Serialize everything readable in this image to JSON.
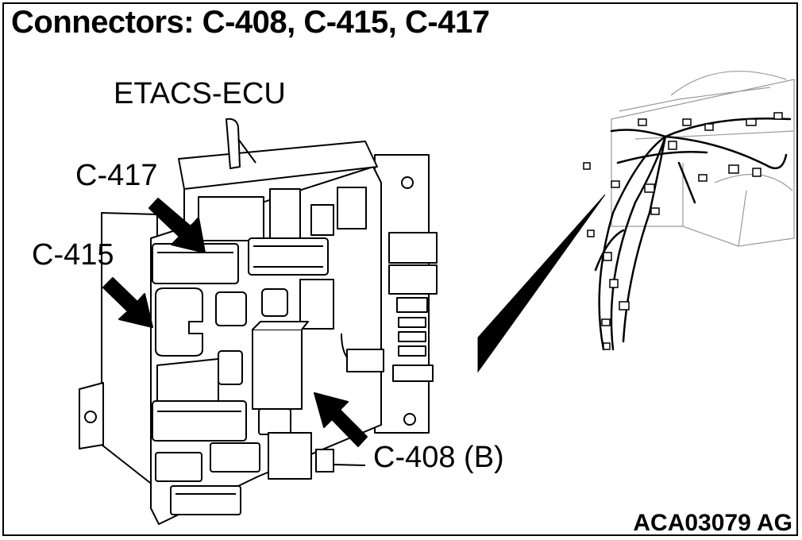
{
  "title": "Connectors: C-408, C-415, C-417",
  "labels": {
    "ecu": "ETACS-ECU",
    "c417": "C-417",
    "c415": "C-415",
    "c408": "C-408 (B)"
  },
  "figure_code": "ACA03079 AG",
  "colors": {
    "line": "#000000",
    "background": "#ffffff"
  }
}
